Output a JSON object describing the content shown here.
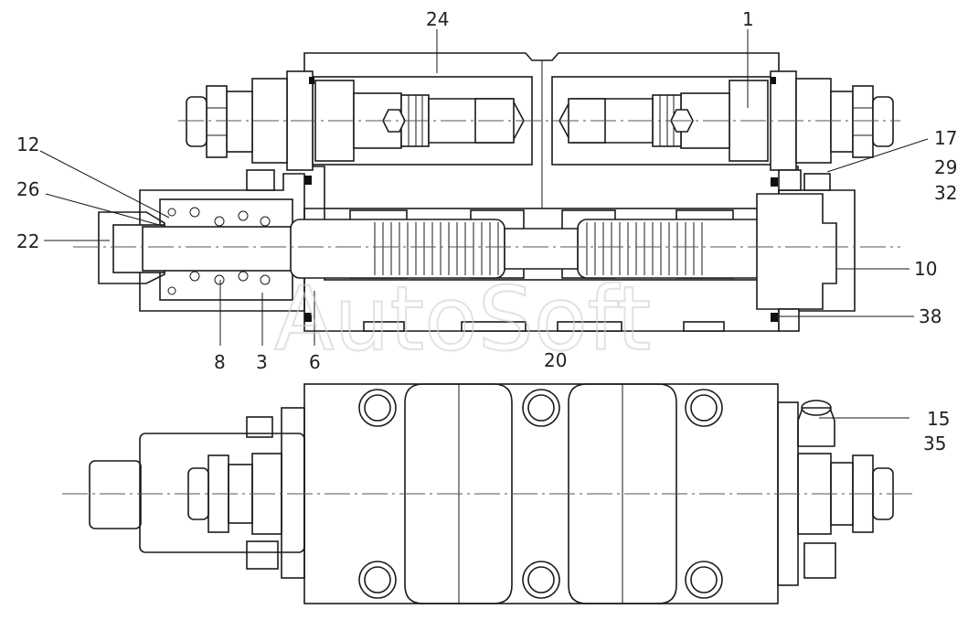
{
  "watermark": "AutoSoft",
  "callouts": [
    {
      "id": "c24",
      "text": "24"
    },
    {
      "id": "c1",
      "text": "1"
    },
    {
      "id": "c12",
      "text": "12"
    },
    {
      "id": "c26",
      "text": "26"
    },
    {
      "id": "c22",
      "text": "22"
    },
    {
      "id": "c17",
      "text": "17"
    },
    {
      "id": "c29",
      "text": "29"
    },
    {
      "id": "c32",
      "text": "32"
    },
    {
      "id": "c10",
      "text": "10"
    },
    {
      "id": "c38",
      "text": "38"
    },
    {
      "id": "c8",
      "text": "8"
    },
    {
      "id": "c3",
      "text": "3"
    },
    {
      "id": "c6",
      "text": "6"
    },
    {
      "id": "c20",
      "text": "20"
    },
    {
      "id": "c15",
      "text": "15"
    },
    {
      "id": "c35",
      "text": "35"
    }
  ]
}
